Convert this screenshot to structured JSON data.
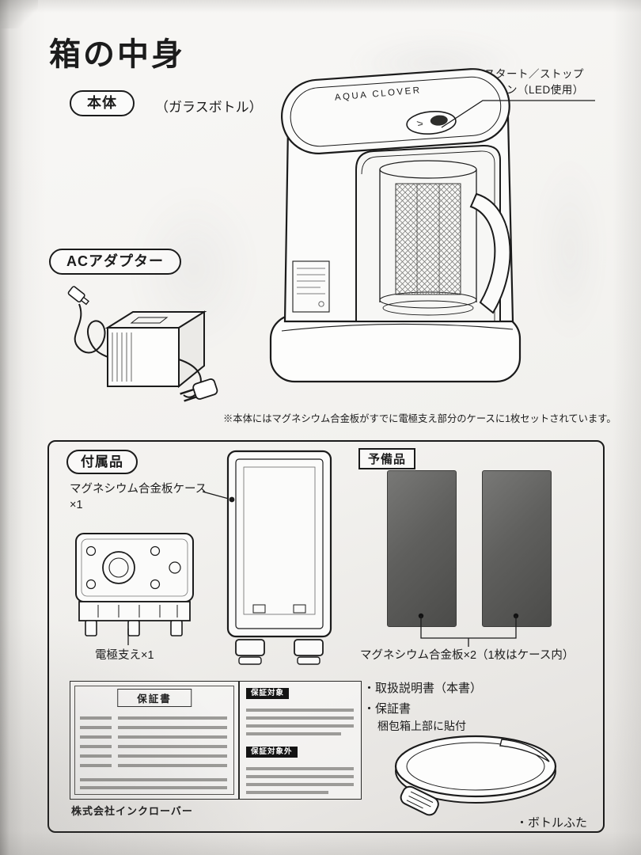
{
  "page": {
    "title": "箱の中身",
    "note": "※本体にはマグネシウム合金板がすでに電極支え部分のケースに1枚セットされています。"
  },
  "main_unit": {
    "badge": "本体",
    "glass_bottle": "（ガラスボトル）",
    "brand": "AQUA CLOVER",
    "button_callout": {
      "line1": "スタート／ストップ",
      "line2": "ボタン（LED使用）"
    }
  },
  "ac_adapter": {
    "badge": "ACアダプター"
  },
  "accessories": {
    "badge": "付属品",
    "case": {
      "label": "マグネシウム合金板ケース",
      "count": "×1"
    },
    "electrode": {
      "label": "電極支え×1"
    },
    "spare": {
      "badge": "予備品",
      "plates_label": "マグネシウム合金板×2（1枚はケース内）"
    },
    "warranty_card": {
      "title": "保証書",
      "covered": "保証対象",
      "not_covered": "保証対象外",
      "company": "株式会社インクローバー"
    },
    "list": {
      "manual": "・取扱説明書（本書）",
      "warranty": "・保証書",
      "warranty_note": "梱包箱上部に貼付",
      "bottle_lid": "・ボトルふた"
    }
  }
}
